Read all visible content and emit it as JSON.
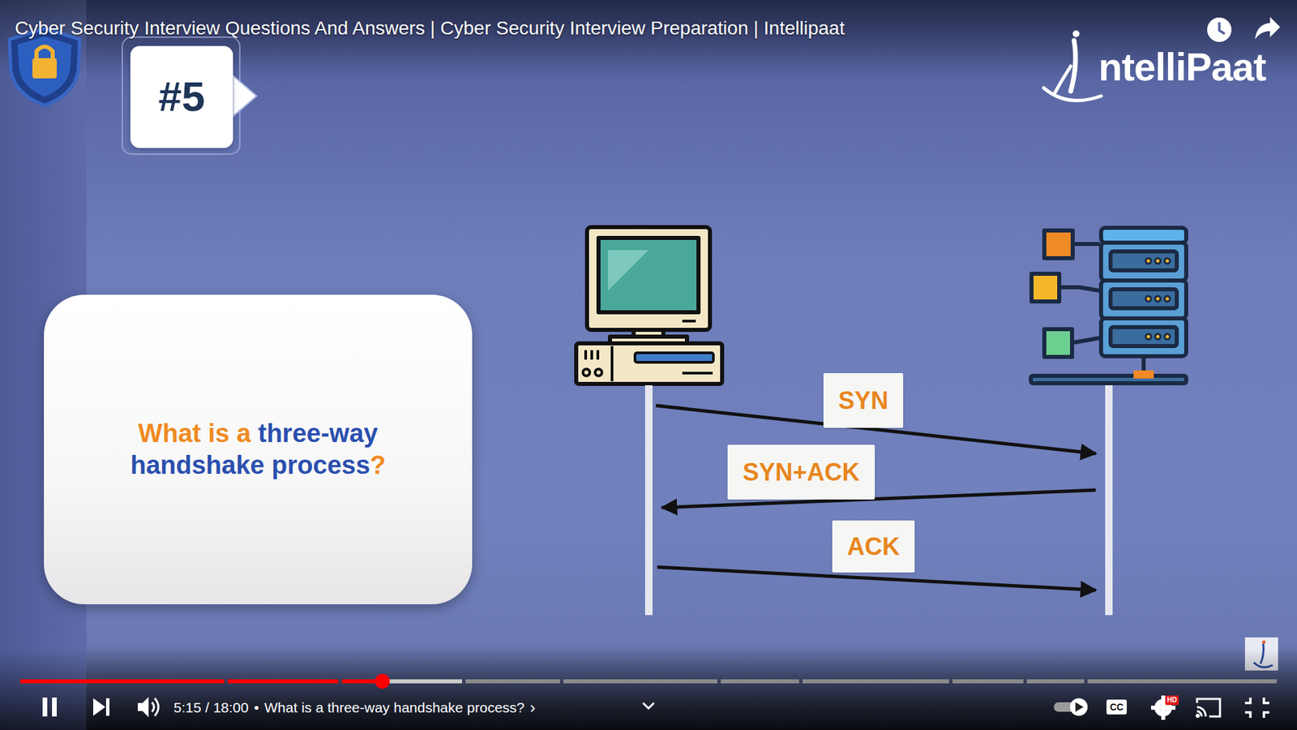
{
  "diagram": {
    "nodes": [
      {
        "text": [
          "#5"
        ]
      },
      {
        "text": [
          "What is a three-way handshake process?"
        ]
      },
      {
        "text": [
          "SYN"
        ]
      },
      {
        "text": [
          "SYN+ACK"
        ]
      },
      {
        "text": [
          "ACK"
        ]
      }
    ],
    "labels": [
      "Cyber Security Interview Questions And Answers | Cyber Security Interview Preparation | Intellipaat",
      "ntelliPaat",
      "5:15 / 18:00",
      "•",
      "What is a three-way handshake process?",
      "›",
      "CC",
      "HD"
    ]
  }
}
